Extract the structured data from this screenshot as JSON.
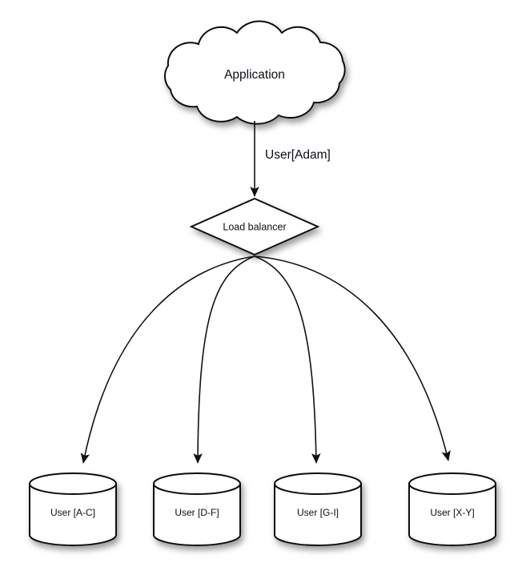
{
  "diagram": {
    "title_node": {
      "id": "application-cloud",
      "label": "Application",
      "shape": "cloud"
    },
    "edge_label": "User[Adam]",
    "balancer": {
      "id": "load-balancer",
      "label": "Load balancer",
      "shape": "diamond"
    },
    "databases": [
      {
        "id": "db-a-c",
        "label": "User [A-C]",
        "shape": "cylinder"
      },
      {
        "id": "db-d-f",
        "label": "User [D-F]",
        "shape": "cylinder"
      },
      {
        "id": "db-g-i",
        "label": "User [G-I]",
        "shape": "cylinder"
      },
      {
        "id": "db-x-y",
        "label": "User [X-Y]",
        "shape": "cylinder"
      }
    ],
    "colors": {
      "background": "#ffffff",
      "shape_fill": "#ffffff",
      "stroke": "#0b0b0b",
      "text": "#0d0d16",
      "shadow": "#9a9a9a"
    }
  }
}
